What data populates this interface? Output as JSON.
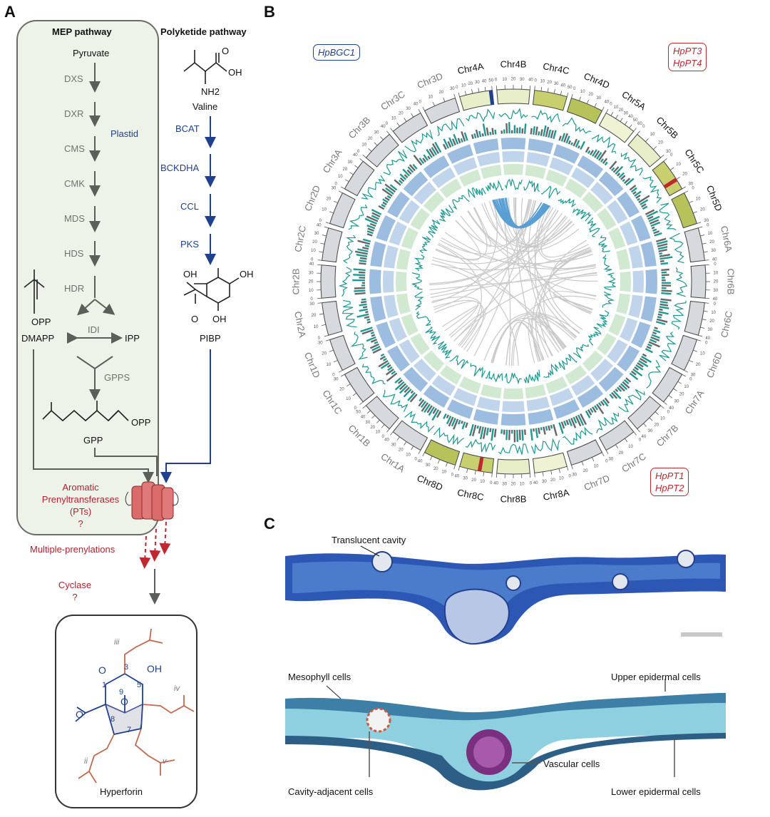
{
  "panels": {
    "a": "A",
    "b": "B",
    "c": "C"
  },
  "panel_a": {
    "mep_title": "MEP pathway",
    "polyketide_title": "Polyketide pathway",
    "pyruvate": "Pyruvate",
    "mep_enzymes": [
      "DXS",
      "DXR",
      "CMS",
      "CMK",
      "MDS",
      "HDS",
      "HDR"
    ],
    "plastid": "Plastid",
    "valine": "Valine",
    "nh2": "NH2",
    "oh": "OH",
    "o": "O",
    "opp": "OPP",
    "poly_enzymes": [
      "BCAT",
      "BCKDHA",
      "CCL",
      "PKS"
    ],
    "dmapp": "DMAPP",
    "idi": "IDI",
    "ipp": "IPP",
    "gpps": "GPPS",
    "gpp": "GPP",
    "pibp": "PIBP",
    "prenyltransferase": [
      "Aromatic",
      "Prenyltransferases",
      "(PTs)",
      "?"
    ],
    "multiple_prenylations": "Multiple-prenylations",
    "cyclase": [
      "Cyclase",
      "?"
    ],
    "hyperforin": "Hyperforin",
    "hyperforin_numbers": [
      "1",
      "3",
      "5",
      "7",
      "8",
      "9"
    ],
    "hyperforin_chains": [
      "i",
      "ii",
      "iii",
      "iv",
      "v"
    ]
  },
  "panel_b": {
    "chromosomes": [
      {
        "name": "Chr4A",
        "ticks": [
          "0",
          "10",
          "20",
          "30",
          "40",
          "50"
        ],
        "color": "#e8eec7",
        "dark": true
      },
      {
        "name": "Chr4B",
        "ticks": [
          "0",
          "10",
          "20",
          "30",
          "40"
        ],
        "color": "#e8eec7",
        "dark": true
      },
      {
        "name": "Chr4C",
        "ticks": [
          "0",
          "10",
          "20",
          "30",
          "40",
          "50"
        ],
        "color": "#c7cf6e",
        "dark": true
      },
      {
        "name": "Chr4D",
        "ticks": [
          "0",
          "10",
          "20",
          "30",
          "40"
        ],
        "color": "#b7c25a",
        "dark": true
      },
      {
        "name": "Chr5A",
        "ticks": [
          "0",
          "10",
          "20",
          "30",
          "40",
          "50",
          "60"
        ],
        "color": "#eff3d4",
        "dark": true
      },
      {
        "name": "Chr5B",
        "ticks": [
          "0",
          "10",
          "20",
          "30"
        ],
        "color": "#e8eec7",
        "dark": true
      },
      {
        "name": "Chr5C",
        "ticks": [
          "0",
          "10",
          "20",
          "30"
        ],
        "color": "#c7cf6e",
        "dark": true
      },
      {
        "name": "Chr5D",
        "ticks": [
          "0",
          "10",
          "20",
          "30"
        ],
        "color": "#b7c25a",
        "dark": true
      },
      {
        "name": "Chr6A",
        "ticks": [
          "0",
          "10",
          "20",
          "30",
          "40"
        ],
        "color": "#d6dadf",
        "dark": false
      },
      {
        "name": "Chr6B",
        "ticks": [
          "0",
          "10",
          "20",
          "30",
          "40"
        ],
        "color": "#d6dadf",
        "dark": false
      },
      {
        "name": "Chr6C",
        "ticks": [
          "0",
          "10",
          "20",
          "30",
          "40"
        ],
        "color": "#d6dadf",
        "dark": false
      },
      {
        "name": "Chr6D",
        "ticks": [
          "0",
          "10",
          "20",
          "30"
        ],
        "color": "#d6dadf",
        "dark": false
      },
      {
        "name": "Chr7A",
        "ticks": [
          "0",
          "10",
          "20",
          "30",
          "40"
        ],
        "color": "#d6dadf",
        "dark": false
      },
      {
        "name": "Chr7B",
        "ticks": [
          "0",
          "10",
          "20",
          "30",
          "40"
        ],
        "color": "#d6dadf",
        "dark": false
      },
      {
        "name": "Chr7C",
        "ticks": [
          "0",
          "10",
          "20",
          "30"
        ],
        "color": "#d6dadf",
        "dark": false
      },
      {
        "name": "Chr7D",
        "ticks": [
          "0",
          "10",
          "20",
          "30"
        ],
        "color": "#d6dadf",
        "dark": false
      },
      {
        "name": "Chr8A",
        "ticks": [
          "0",
          "10",
          "20",
          "30",
          "40"
        ],
        "color": "#eff3d4",
        "dark": true
      },
      {
        "name": "Chr8B",
        "ticks": [
          "0",
          "10",
          "20",
          "30",
          "40"
        ],
        "color": "#e8eec7",
        "dark": true
      },
      {
        "name": "Chr8C",
        "ticks": [
          "0",
          "10",
          "20",
          "30",
          "40"
        ],
        "color": "#c7cf6e",
        "dark": true
      },
      {
        "name": "Chr8D",
        "ticks": [
          "0",
          "10",
          "20",
          "30",
          "40"
        ],
        "color": "#b7c25a",
        "dark": true
      },
      {
        "name": "Chr1A",
        "ticks": [
          "0",
          "10",
          "20",
          "30",
          "40"
        ],
        "color": "#d6dadf",
        "dark": false
      },
      {
        "name": "Chr1B",
        "ticks": [
          "0",
          "10",
          "20",
          "30",
          "40",
          "50"
        ],
        "color": "#d6dadf",
        "dark": false
      },
      {
        "name": "Chr1C",
        "ticks": [
          "0",
          "10",
          "20",
          "30"
        ],
        "color": "#d6dadf",
        "dark": false
      },
      {
        "name": "Chr1D",
        "ticks": [
          "0",
          "10",
          "20",
          "30"
        ],
        "color": "#d6dadf",
        "dark": false
      },
      {
        "name": "Chr2A",
        "ticks": [
          "0",
          "10",
          "20",
          "30"
        ],
        "color": "#d6dadf",
        "dark": false
      },
      {
        "name": "Chr2B",
        "ticks": [
          "0",
          "10",
          "20",
          "30",
          "40"
        ],
        "color": "#d6dadf",
        "dark": false
      },
      {
        "name": "Chr2C",
        "ticks": [
          "0",
          "10",
          "20",
          "30",
          "40"
        ],
        "color": "#d6dadf",
        "dark": false
      },
      {
        "name": "Chr2D",
        "ticks": [
          "0",
          "10",
          "20",
          "30"
        ],
        "color": "#d6dadf",
        "dark": false
      },
      {
        "name": "Chr3A",
        "ticks": [
          "0",
          "10",
          "20",
          "30",
          "40"
        ],
        "color": "#d6dadf",
        "dark": false
      },
      {
        "name": "Chr3B",
        "ticks": [
          "0",
          "10",
          "20",
          "30",
          "40"
        ],
        "color": "#d6dadf",
        "dark": false
      },
      {
        "name": "Chr3C",
        "ticks": [
          "0",
          "10",
          "20",
          "30",
          "40"
        ],
        "color": "#d6dadf",
        "dark": false
      },
      {
        "name": "Chr3D",
        "ticks": [
          "0",
          "10",
          "20",
          "30"
        ],
        "color": "#d6dadf",
        "dark": false
      }
    ],
    "tag_hpbgc1": "HpBGC1",
    "tag_hppt34": [
      "HpPT3",
      "HpPT4"
    ],
    "tag_hppt12": [
      "HpPT1",
      "HpPT2"
    ],
    "colors": {
      "teal": "#1c9a91",
      "blue": "#4a86c6",
      "green": "#7cc07a",
      "link_grey": "#c9c9c9",
      "link_blue": "#5a9fd4",
      "red": "#c0282f",
      "navy": "#1f3f8f"
    }
  },
  "panel_c": {
    "translucent_cavity": "Translucent cavity",
    "mesophyll": "Mesophyll cells",
    "upper_epidermal": "Upper epidermal cells",
    "vascular": "Vascular  cells",
    "cavity_adjacent": "Cavity-adjacent cells",
    "lower_epidermal": "Lower epidermal cells"
  }
}
